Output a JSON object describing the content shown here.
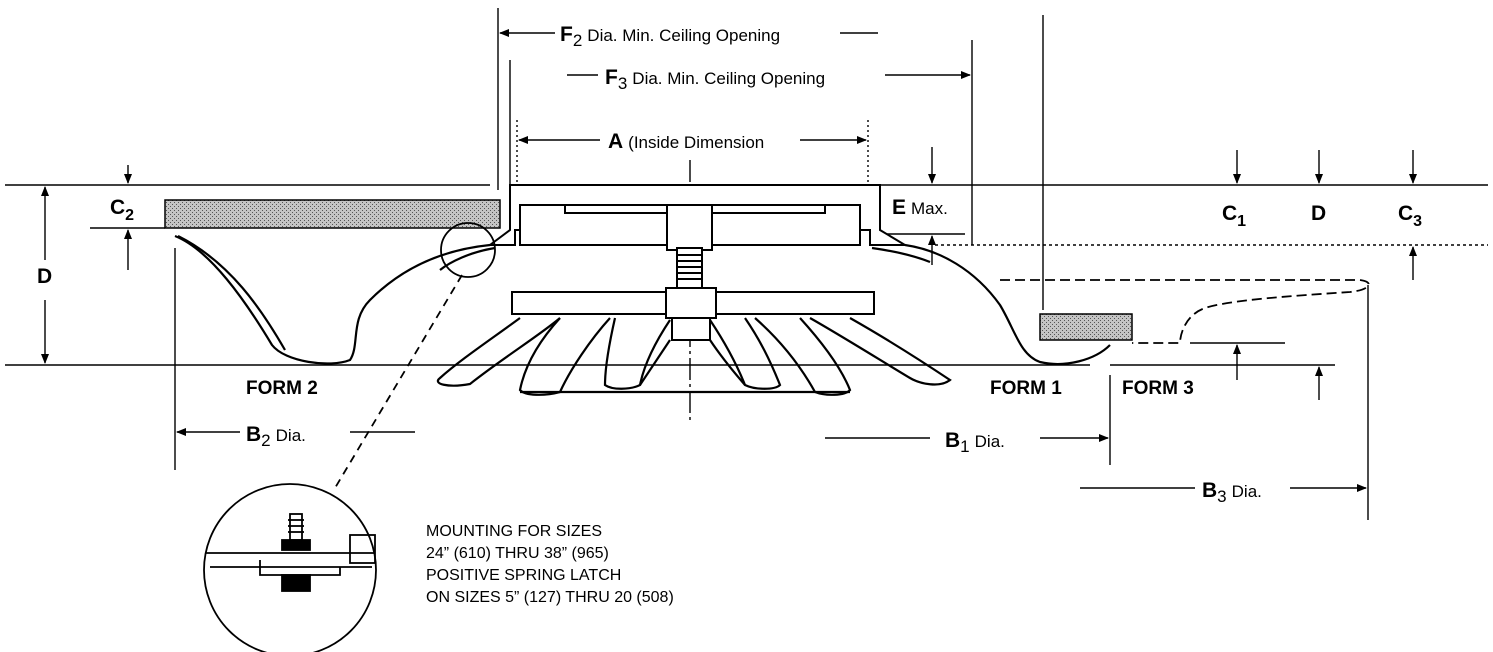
{
  "labels": {
    "f2": {
      "letter": "F",
      "sub": "2",
      "text": "Dia. Min. Ceiling Opening"
    },
    "f3": {
      "letter": "F",
      "sub": "3",
      "text": "Dia. Min. Ceiling Opening"
    },
    "a": {
      "letter": "A",
      "text": "(Inside Dimension"
    },
    "e": {
      "letter": "E",
      "text": "Max."
    },
    "c2": {
      "letter": "C",
      "sub": "2"
    },
    "c1": {
      "letter": "C",
      "sub": "1"
    },
    "c3": {
      "letter": "C",
      "sub": "3"
    },
    "d_left": {
      "letter": "D"
    },
    "d_right": {
      "letter": "D"
    },
    "b1": {
      "letter": "B",
      "sub": "1",
      "text": "Dia."
    },
    "b2": {
      "letter": "B",
      "sub": "2",
      "text": "Dia."
    },
    "b3": {
      "letter": "B",
      "sub": "3",
      "text": "Dia."
    }
  },
  "forms": {
    "form1": "FORM 1",
    "form2": "FORM 2",
    "form3": "FORM 3"
  },
  "note": {
    "lines": [
      "MOUNTING FOR SIZES",
      "24” (610) THRU 38” (965)",
      "POSITIVE SPRING LATCH",
      "ON SIZES 5” (127) THRU 20 (508)"
    ]
  },
  "colors": {
    "line": "#000000",
    "ceiling_fill": "#b8b8b8"
  }
}
